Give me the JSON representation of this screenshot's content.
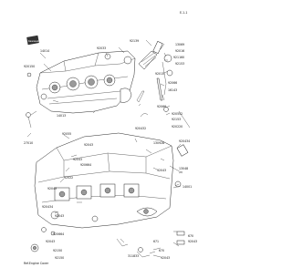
{
  "diagram": {
    "figure_code": "E-1-1",
    "watermark": "Kawasaki",
    "labels": {
      "p14014": "14014",
      "p92015": "920150",
      "p92015_upper": "92015",
      "p92033": "92033",
      "p92139": "92139",
      "p13069": "13069",
      "p92016": "92016",
      "p92116": "921160",
      "p92153": "92153",
      "p92066": "92066",
      "p16143": "16143",
      "p14013": "14013",
      "p92066b": "92066",
      "p92055": "92055",
      "p92055b": "920552",
      "p92153b": "92153",
      "p27010": "27010",
      "p92022": "920220",
      "p92043": "920432",
      "p92043b": "92043",
      "p92043c": "92043",
      "p92022b": "92022",
      "p130928": "130928",
      "p92043d": "920434",
      "p92066c": "920664",
      "p92043e": "92043",
      "p92043f": "92043",
      "p13048": "13048",
      "p14001": "14001",
      "p92043g": "920434",
      "p92043h": "92043",
      "p671": "671",
      "p670": "670",
      "p92043i": "92043",
      "p92066d": "920664",
      "p92043j": "92043",
      "p92150": "92150",
      "p670b": "670",
      "p311833": "311833",
      "p92043k": "92043",
      "p92150b": "92150",
      "ref_engine_cover": "Ref.Engine Cover"
    }
  }
}
